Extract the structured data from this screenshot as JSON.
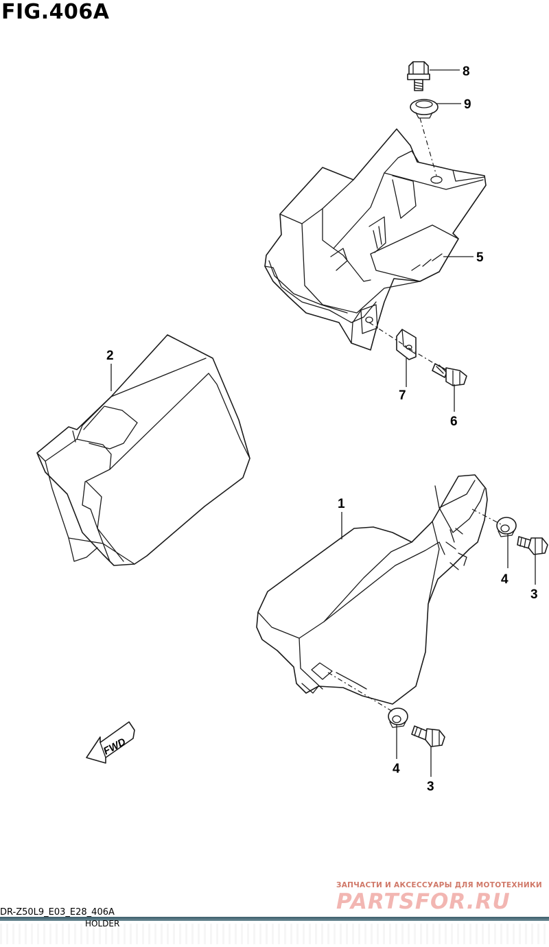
{
  "figure": {
    "title": "FIG.406A"
  },
  "callouts": [
    {
      "id": "1",
      "label": "1"
    },
    {
      "id": "2",
      "label": "2"
    },
    {
      "id": "3a",
      "label": "3"
    },
    {
      "id": "3b",
      "label": "3"
    },
    {
      "id": "4a",
      "label": "4"
    },
    {
      "id": "4b",
      "label": "4"
    },
    {
      "id": "5",
      "label": "5"
    },
    {
      "id": "6",
      "label": "6"
    },
    {
      "id": "7",
      "label": "7"
    },
    {
      "id": "8",
      "label": "8"
    },
    {
      "id": "9",
      "label": "9"
    }
  ],
  "direction_marker": {
    "label": "FWD",
    "icon": "forward-arrow-icon"
  },
  "footer": {
    "code": "DR-Z50L9_E03_E28_406A",
    "subtitle": "HOLDER"
  },
  "watermark": {
    "tagline": "ЗАПЧАСТИ И АКСЕССУАРЫ ДЛЯ МОТОТЕХНИКИ",
    "logo": "PARTSFOR.RU"
  }
}
